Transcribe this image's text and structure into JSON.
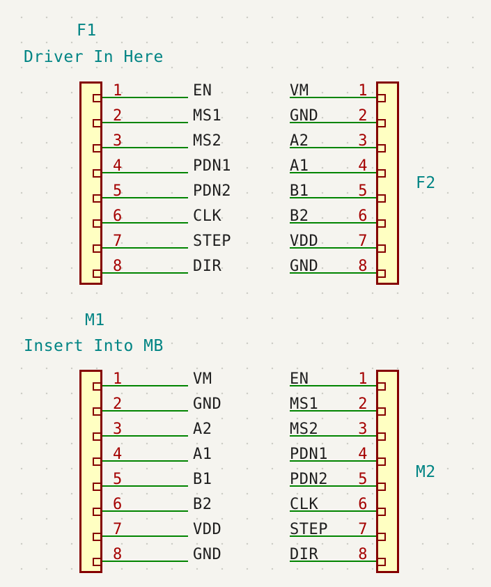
{
  "connectors": {
    "f1": {
      "ref": "F1",
      "caption": "Driver In Here",
      "pins": [
        {
          "num": "1",
          "label": "EN"
        },
        {
          "num": "2",
          "label": "MS1"
        },
        {
          "num": "3",
          "label": "MS2"
        },
        {
          "num": "4",
          "label": "PDN1"
        },
        {
          "num": "5",
          "label": "PDN2"
        },
        {
          "num": "6",
          "label": "CLK"
        },
        {
          "num": "7",
          "label": "STEP"
        },
        {
          "num": "8",
          "label": "DIR"
        }
      ]
    },
    "f2": {
      "ref": "F2",
      "pins": [
        {
          "num": "1",
          "label": "VM"
        },
        {
          "num": "2",
          "label": "GND"
        },
        {
          "num": "3",
          "label": "A2"
        },
        {
          "num": "4",
          "label": "A1"
        },
        {
          "num": "5",
          "label": "B1"
        },
        {
          "num": "6",
          "label": "B2"
        },
        {
          "num": "7",
          "label": "VDD"
        },
        {
          "num": "8",
          "label": "GND"
        }
      ]
    },
    "m1": {
      "ref": "M1",
      "caption": "Insert Into MB",
      "pins": [
        {
          "num": "1",
          "label": "VM"
        },
        {
          "num": "2",
          "label": "GND"
        },
        {
          "num": "3",
          "label": "A2"
        },
        {
          "num": "4",
          "label": "A1"
        },
        {
          "num": "5",
          "label": "B1"
        },
        {
          "num": "6",
          "label": "B2"
        },
        {
          "num": "7",
          "label": "VDD"
        },
        {
          "num": "8",
          "label": "GND"
        }
      ]
    },
    "m2": {
      "ref": "M2",
      "pins": [
        {
          "num": "1",
          "label": "EN"
        },
        {
          "num": "2",
          "label": "MS1"
        },
        {
          "num": "3",
          "label": "MS2"
        },
        {
          "num": "4",
          "label": "PDN1"
        },
        {
          "num": "5",
          "label": "PDN2"
        },
        {
          "num": "6",
          "label": "CLK"
        },
        {
          "num": "7",
          "label": "STEP"
        },
        {
          "num": "8",
          "label": "DIR"
        }
      ]
    }
  },
  "colors": {
    "background": "#F5F4EF",
    "grid_dot": "#CDCDC6",
    "body_fill": "#FFFFC2",
    "body_outline": "#840000",
    "wire": "#008400",
    "pin_number": "#A40000",
    "net_label": "#1E1E1E",
    "designator": "#008484"
  }
}
